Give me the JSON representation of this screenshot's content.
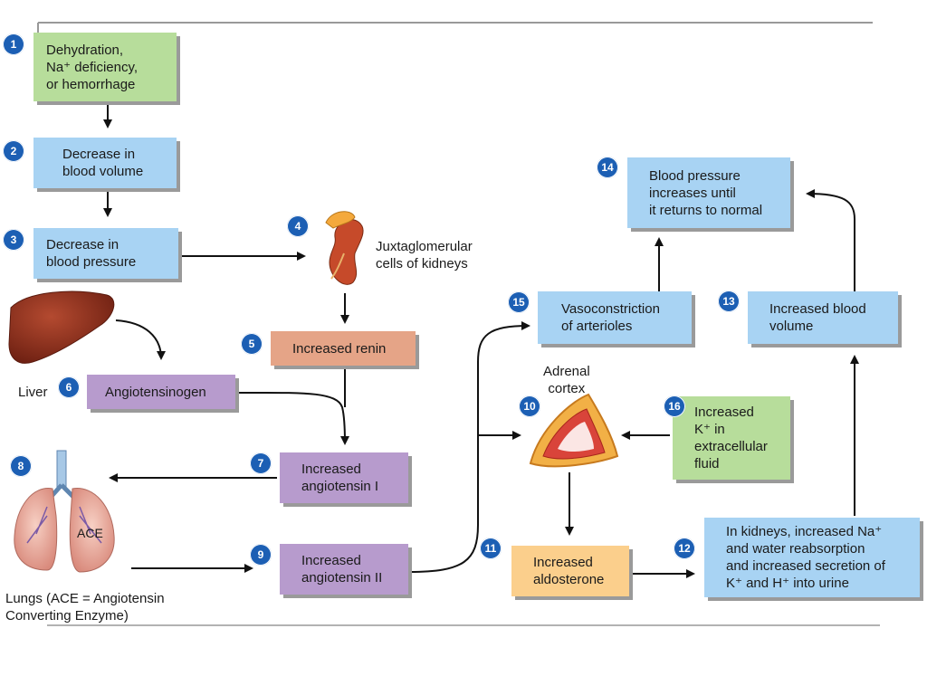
{
  "steps": {
    "s1": {
      "num": "1",
      "text": "Dehydration,\nNa⁺ deficiency,\nor hemorrhage"
    },
    "s2": {
      "num": "2",
      "text": "Decrease in\nblood volume"
    },
    "s3": {
      "num": "3",
      "text": "Decrease in\nblood pressure"
    },
    "s4": {
      "num": "4",
      "text": "Juxtaglomerular\ncells of kidneys"
    },
    "s5": {
      "num": "5",
      "text": "Increased renin"
    },
    "s6": {
      "num": "6",
      "text": "Angiotensinogen"
    },
    "s7": {
      "num": "7",
      "text": "Increased\nangiotensin I"
    },
    "s8": {
      "num": "8"
    },
    "s9": {
      "num": "9",
      "text": "Increased\nangiotensin II"
    },
    "s10": {
      "num": "10",
      "text": "Adrenal\ncortex"
    },
    "s11": {
      "num": "11",
      "text": "Increased\naldosterone"
    },
    "s12": {
      "num": "12",
      "text": "In kidneys, increased Na⁺\nand water reabsorption\nand increased secretion of\nK⁺ and H⁺ into urine"
    },
    "s13": {
      "num": "13",
      "text": "Increased blood\nvolume"
    },
    "s14": {
      "num": "14",
      "text": "Blood pressure\nincreases until\nit returns to normal"
    },
    "s15": {
      "num": "15",
      "text": "Vasoconstriction\nof arterioles"
    },
    "s16": {
      "num": "16",
      "text": "Increased\nK⁺ in\nextracellular\nfluid"
    }
  },
  "labels": {
    "liver": "Liver",
    "lungs": "Lungs (ACE = Angiotensin\nConverting Enzyme)",
    "ace": "ACE"
  },
  "colors": {
    "badge": "#1c5fb4",
    "green": "#b7dd9b",
    "blue": "#a8d3f3",
    "salmon": "#e5a487",
    "purple": "#b79bcd",
    "orange": "#fbcf8c"
  }
}
